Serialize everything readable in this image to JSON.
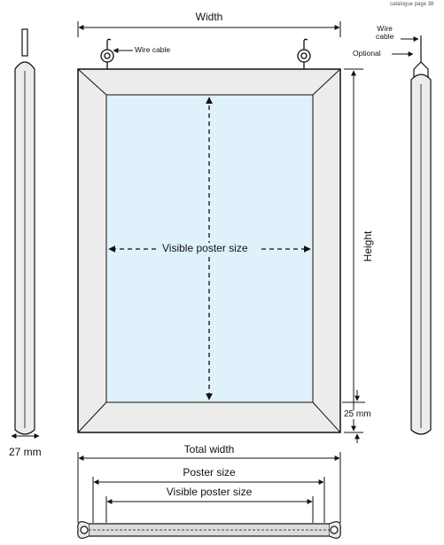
{
  "header": {
    "catalogue_ref": "catalogue page 38"
  },
  "labels": {
    "width": "Width",
    "wire_cable": "Wire cable",
    "wire_cable_side": "Wire\ncable",
    "optional": "Optional",
    "height": "Height",
    "visible_poster_size": "Visible poster size",
    "profile_depth": "27 mm",
    "border_width": "25 mm",
    "total_width": "Total width",
    "poster_size": "Poster size",
    "visible_poster_size_bottom": "Visible poster size"
  },
  "colors": {
    "frame_fill": "#ececec",
    "poster_fill": "#dff1fa",
    "stroke": "#111111"
  }
}
